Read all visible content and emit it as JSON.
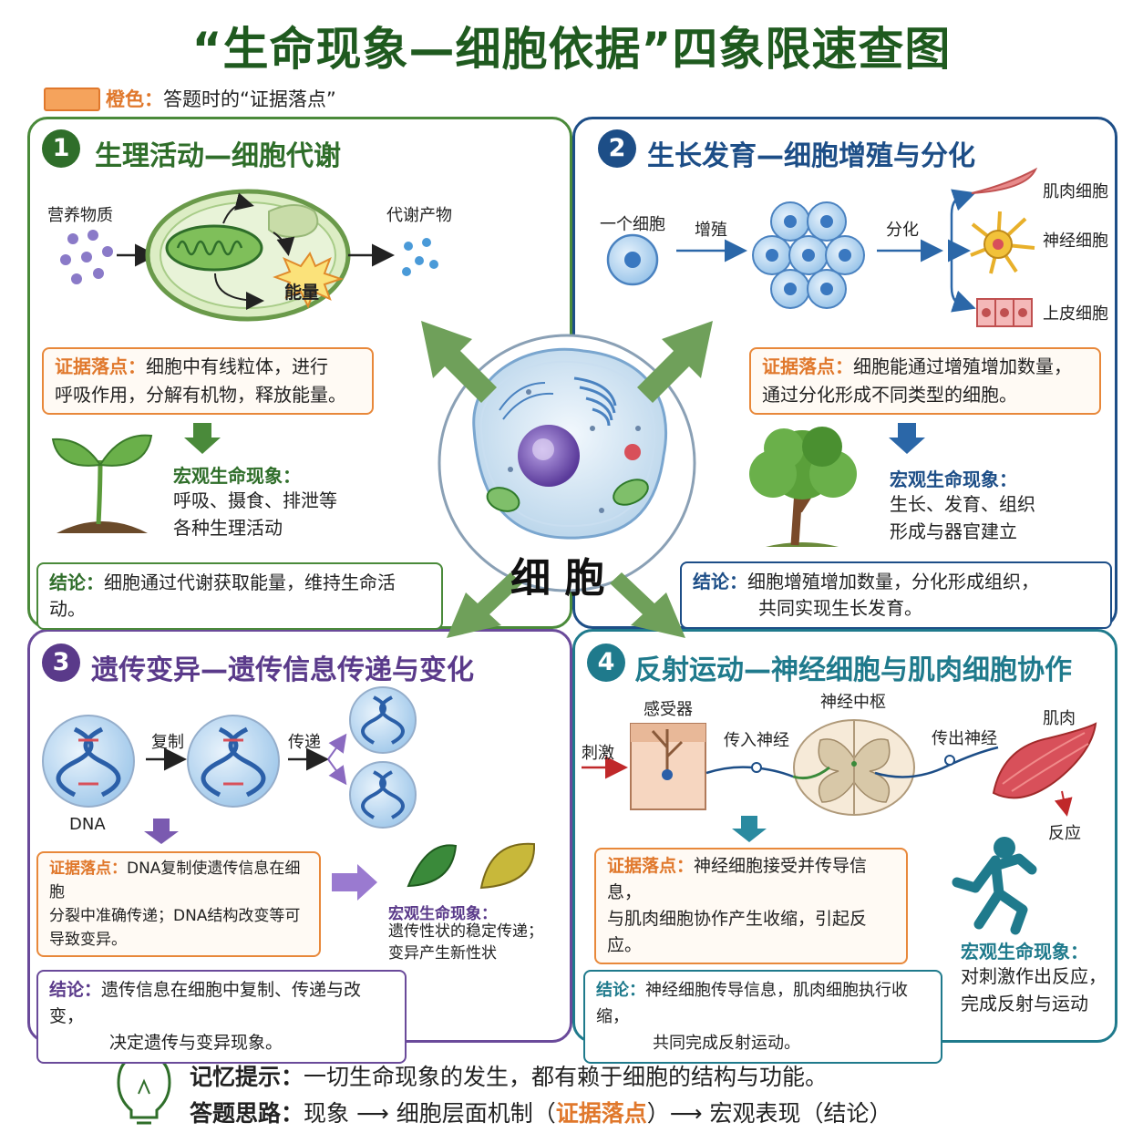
{
  "title": "“生命现象—细胞依据”四象限速查图",
  "legend": {
    "key": "橙色：",
    "text": "答题时的“证据落点”"
  },
  "center_label": "细 胞",
  "panel1": {
    "num": "1",
    "title": "生理活动—细胞代谢",
    "label_nutrients": "营养物质",
    "label_products": "代谢产物",
    "label_energy": "能量",
    "evidence_key": "证据落点：",
    "evidence_line1": "细胞中有线粒体，进行",
    "evidence_line2": "呼吸作用，分解有机物，释放能量。",
    "macro_key": "宏观生命现象：",
    "macro_line1": "呼吸、摄食、排泄等",
    "macro_line2": "各种生理活动",
    "conclusion_key": "结论：",
    "conclusion_text": "细胞通过代谢获取能量，维持生命活动。"
  },
  "panel2": {
    "num": "2",
    "title": "生长发育—细胞增殖与分化",
    "label_one_cell": "一个细胞",
    "label_proliferation": "增殖",
    "label_differentiation": "分化",
    "label_muscle": "肌肉细胞",
    "label_nerve": "神经细胞",
    "label_epithelial": "上皮细胞",
    "evidence_key": "证据落点：",
    "evidence_line1": "细胞能通过增殖增加数量，",
    "evidence_line2": "通过分化形成不同类型的细胞。",
    "macro_key": "宏观生命现象：",
    "macro_line1": "生长、发育、组织",
    "macro_line2": "形成与器官建立",
    "conclusion_key": "结论：",
    "conclusion_line1": "细胞增殖增加数量，分化形成组织，",
    "conclusion_line2": "共同实现生长发育。"
  },
  "panel3": {
    "num": "3",
    "title": "遗传变异—遗传信息传递与变化",
    "label_copy": "复制",
    "label_transfer": "传递",
    "label_dna": "DNA",
    "evidence_key": "证据落点：",
    "evidence_line1": "DNA复制使遗传信息在细胞",
    "evidence_line2": "分裂中准确传递；DNA结构改变等可",
    "evidence_line3": "导致变异。",
    "macro_key": "宏观生命现象：",
    "macro_line1": "遗传性状的稳定传递；",
    "macro_line2": "变异产生新性状",
    "conclusion_key": "结论：",
    "conclusion_line1": "遗传信息在细胞中复制、传递与改变，",
    "conclusion_line2": "决定遗传与变异现象。"
  },
  "panel4": {
    "num": "4",
    "title": "反射运动—神经细胞与肌肉细胞协作",
    "label_receptor": "感受器",
    "label_center": "神经中枢",
    "label_muscle": "肌肉",
    "label_stimulus": "刺激",
    "label_afferent": "传入神经",
    "label_efferent": "传出神经",
    "label_response": "反应",
    "evidence_key": "证据落点：",
    "evidence_line1": "神经细胞接受并传导信息，",
    "evidence_line2": "与肌肉细胞协作产生收缩，引起反应。",
    "macro_key": "宏观生命现象：",
    "macro_line1": "对刺激作出反应，",
    "macro_line2": "完成反射与运动",
    "conclusion_key": "结论：",
    "conclusion_line1": "神经细胞传导信息，肌肉细胞执行收缩，",
    "conclusion_line2": "共同完成反射运动。"
  },
  "footer": {
    "memory_key": "记忆提示：",
    "memory_text": "一切生命现象的发生，都有赖于细胞的结构与功能。",
    "approach_key": "答题思路：",
    "approach_part1": "现象 ⟶ 细胞层面机制（",
    "approach_orange": "证据落点",
    "approach_part2": "）⟶ 宏观表现（结论）"
  },
  "colors": {
    "green": "#2f6e2a",
    "blue": "#1d4e87",
    "purple": "#5a3a8a",
    "teal": "#1f7a8c",
    "orange": "#e0782c"
  }
}
